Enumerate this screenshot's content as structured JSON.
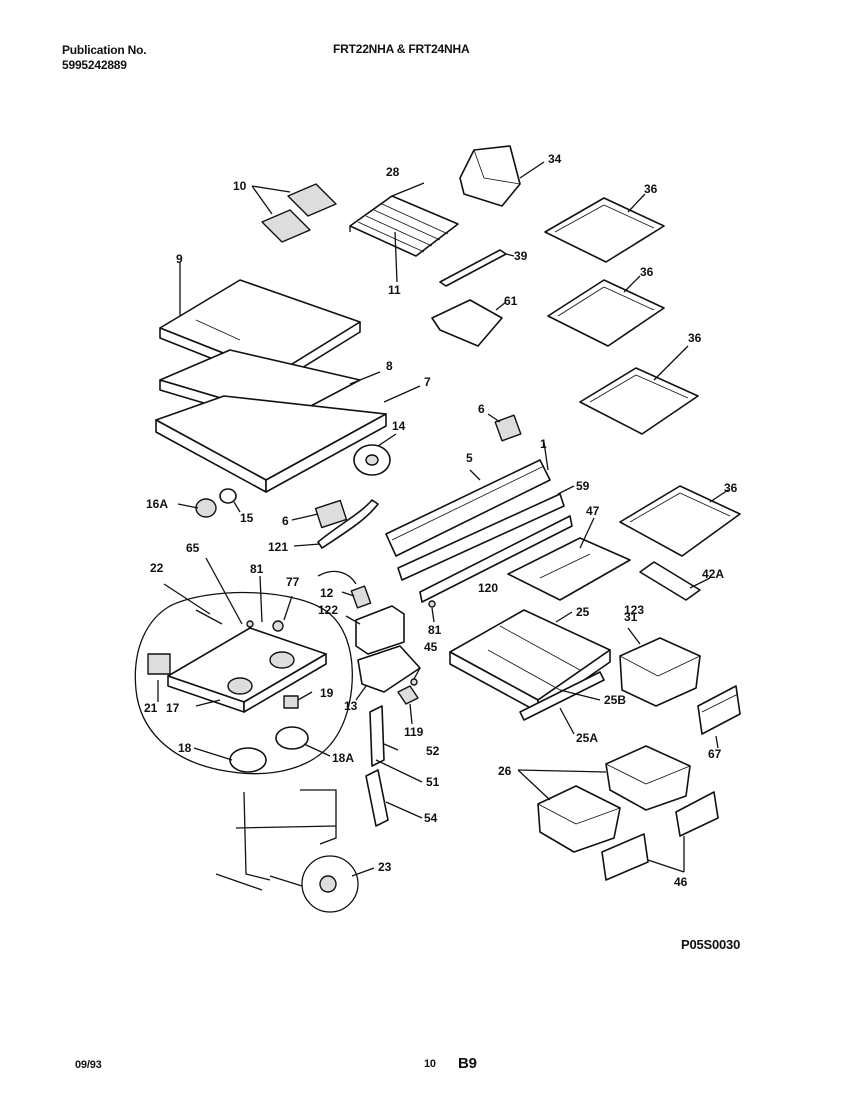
{
  "header": {
    "publication_label": "Publication No.",
    "publication_number": "5995242889",
    "model": "FRT22NHA & FRT24NHA"
  },
  "footer": {
    "date": "09/93",
    "page": "10",
    "section": "B9",
    "figure_code": "P05S0030"
  },
  "callouts": {
    "c10": "10",
    "c28": "28",
    "c34": "34",
    "c36a": "36",
    "c39": "39",
    "c11": "11",
    "c9": "9",
    "c61": "61",
    "c36b": "36",
    "c36c": "36",
    "c8": "8",
    "c7": "7",
    "c6a": "6",
    "c14": "14",
    "c1": "1",
    "c5": "5",
    "c59": "59",
    "c16a": "16A",
    "c15": "15",
    "c6b": "6",
    "c36d": "36",
    "c121": "121",
    "c47": "47",
    "c65": "65",
    "c22": "22",
    "c81a": "81",
    "c77": "77",
    "c12": "12",
    "c120": "120",
    "c42a": "42A",
    "c122": "122",
    "c123": "123",
    "c25": "25",
    "c31": "31",
    "c81b": "81",
    "c45": "45",
    "c19": "19",
    "c21": "21",
    "c17": "17",
    "c13": "13",
    "c119": "119",
    "c25b": "25B",
    "c25a": "25A",
    "c18": "18",
    "c18a": "18A",
    "c52": "52",
    "c67": "67",
    "c51": "51",
    "c26": "26",
    "c54": "54",
    "c23": "23",
    "c46": "46"
  }
}
